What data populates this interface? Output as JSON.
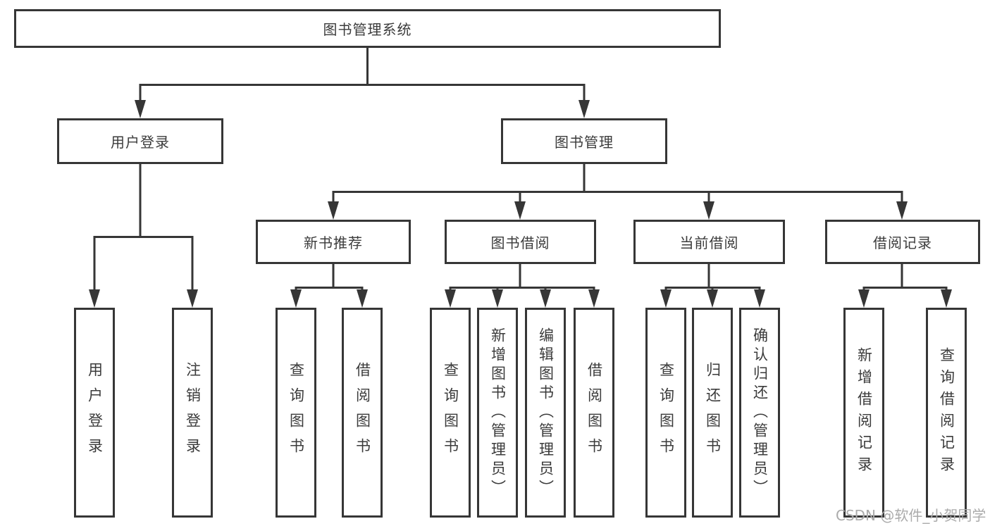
{
  "diagram": {
    "root": {
      "label": "图书管理系统"
    },
    "branches": [
      {
        "label": "用户登录",
        "children": [
          {
            "label": "用户登录"
          },
          {
            "label": "注销登录"
          }
        ]
      },
      {
        "label": "图书管理",
        "groups": [
          {
            "label": "新书推荐",
            "children": [
              {
                "label": "查询图书"
              },
              {
                "label": "借阅图书"
              }
            ]
          },
          {
            "label": "图书借阅",
            "children": [
              {
                "label": "查询图书"
              },
              {
                "label": "新增图书（管理员）"
              },
              {
                "label": "编辑图书（管理员）"
              },
              {
                "label": "借阅图书"
              }
            ]
          },
          {
            "label": "当前借阅",
            "children": [
              {
                "label": "查询图书"
              },
              {
                "label": "归还图书"
              },
              {
                "label": "确认归还（管理员）"
              }
            ]
          },
          {
            "label": "借阅记录",
            "children": [
              {
                "label": "新增借阅记录"
              },
              {
                "label": "查询借阅记录"
              }
            ]
          }
        ]
      }
    ],
    "colors": {
      "line": "#363636",
      "text": "#3b3b3b",
      "watermark": "#ababab"
    },
    "watermark": "CSDN @软件_小贺同学"
  }
}
